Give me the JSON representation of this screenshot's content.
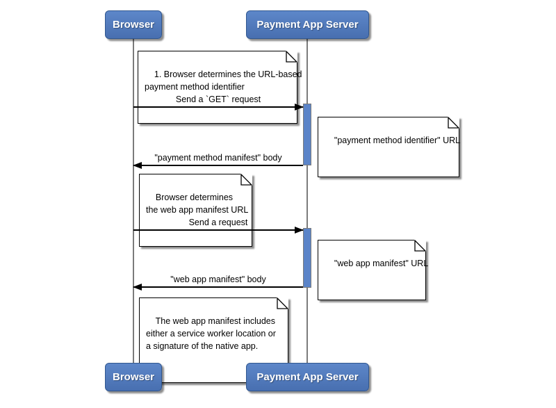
{
  "diagram": {
    "type": "sequence-diagram",
    "actors": {
      "browser": {
        "label": "Browser"
      },
      "server": {
        "label": "Payment App Server"
      }
    },
    "messages": {
      "m1": {
        "label": "Send a `GET` request",
        "from": "Browser",
        "to": "Payment App Server"
      },
      "m2": {
        "label": "\"payment method manifest\" body",
        "from": "Payment App Server",
        "to": "Browser"
      },
      "m3": {
        "label": "Send a request",
        "from": "Browser",
        "to": "Payment App Server"
      },
      "m4": {
        "label": "\"web app manifest\" body",
        "from": "Payment App Server",
        "to": "Browser"
      }
    },
    "notes": {
      "n1": {
        "text": "1. Browser determines the URL-based\npayment method identifier"
      },
      "n2": {
        "text": "\"payment method identifier\" URL"
      },
      "n3": {
        "text": "Browser determines\nthe web app manifest URL"
      },
      "n4": {
        "text": "\"web app manifest\" URL"
      },
      "n5": {
        "text": "The web app manifest includes\neither a service worker location or\na signature of the native app."
      }
    },
    "colors": {
      "actor_fill": "#4b77bc",
      "actor_border": "#31578f",
      "actor_text": "#ffffff",
      "activation_fill": "#5b84c8",
      "lifeline": "#7b7b7b",
      "note_fill": "#ffffff",
      "line": "#000000",
      "background": "#ffffff"
    }
  }
}
